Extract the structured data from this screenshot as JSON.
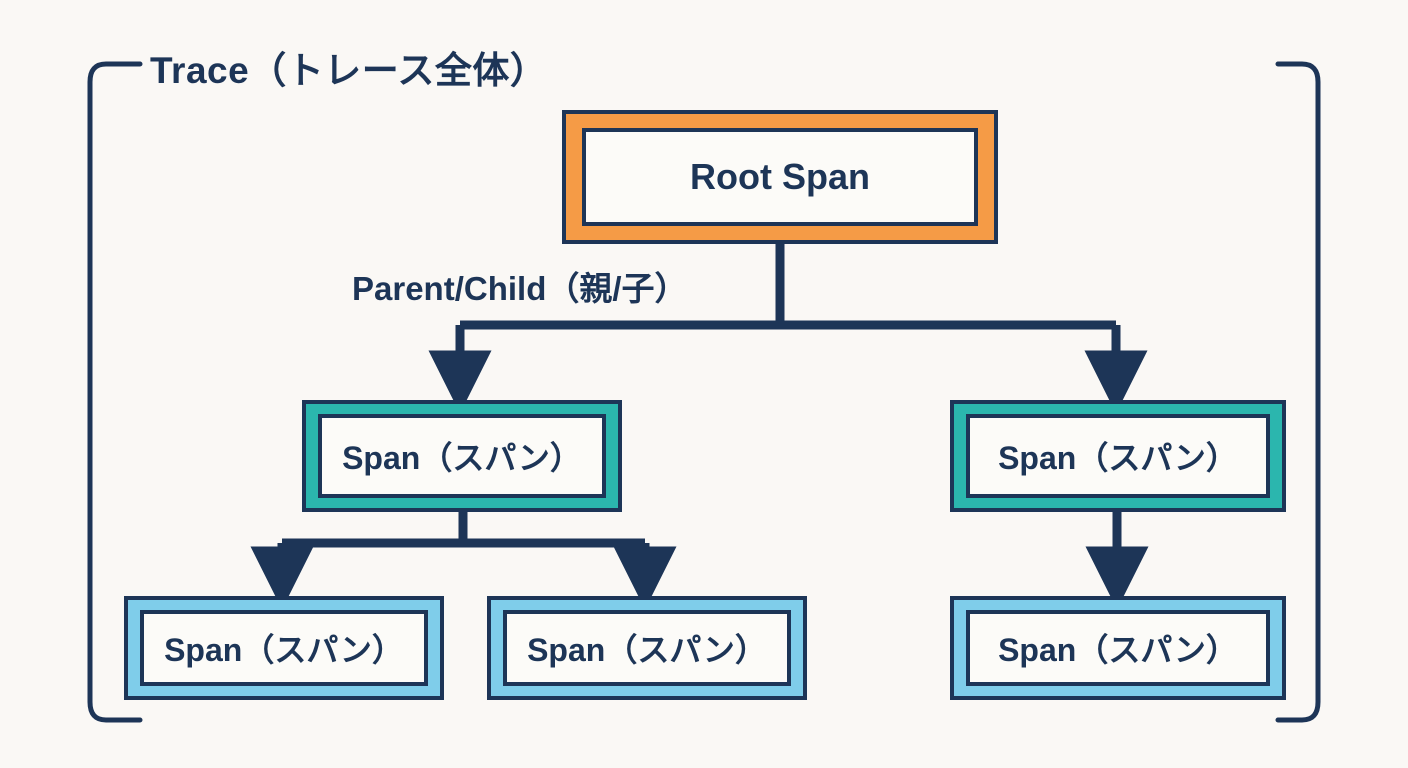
{
  "diagram": {
    "title": "Trace（トレース全体）",
    "edge_label": "Parent/Child（親/子）",
    "background_color": "#faf8f5",
    "colors": {
      "navy": "#1d3557",
      "orange": "#f59b46",
      "teal": "#2bb6ae",
      "light_blue": "#7fcdea",
      "plate": "#fcfbf8"
    },
    "nodes": {
      "root": {
        "label": "Root Span",
        "level": 0,
        "fill": "#f59b46"
      },
      "mid_left": {
        "label": "Span（スパン）",
        "level": 1,
        "fill": "#2bb6ae"
      },
      "mid_right": {
        "label": "Span（スパン）",
        "level": 1,
        "fill": "#2bb6ae"
      },
      "leaf_left": {
        "label": "Span（スパン）",
        "level": 2,
        "fill": "#7fcdea"
      },
      "leaf_center": {
        "label": "Span（スパン）",
        "level": 2,
        "fill": "#7fcdea"
      },
      "leaf_right": {
        "label": "Span（スパン）",
        "level": 2,
        "fill": "#7fcdea"
      }
    },
    "edges": [
      {
        "from": "root",
        "to": "mid_left",
        "label": "Parent/Child（親/子）"
      },
      {
        "from": "root",
        "to": "mid_right",
        "label": "Parent/Child（親/子）"
      },
      {
        "from": "mid_left",
        "to": "leaf_left",
        "label": ""
      },
      {
        "from": "mid_left",
        "to": "leaf_center",
        "label": ""
      },
      {
        "from": "mid_right",
        "to": "leaf_right",
        "label": ""
      }
    ]
  }
}
